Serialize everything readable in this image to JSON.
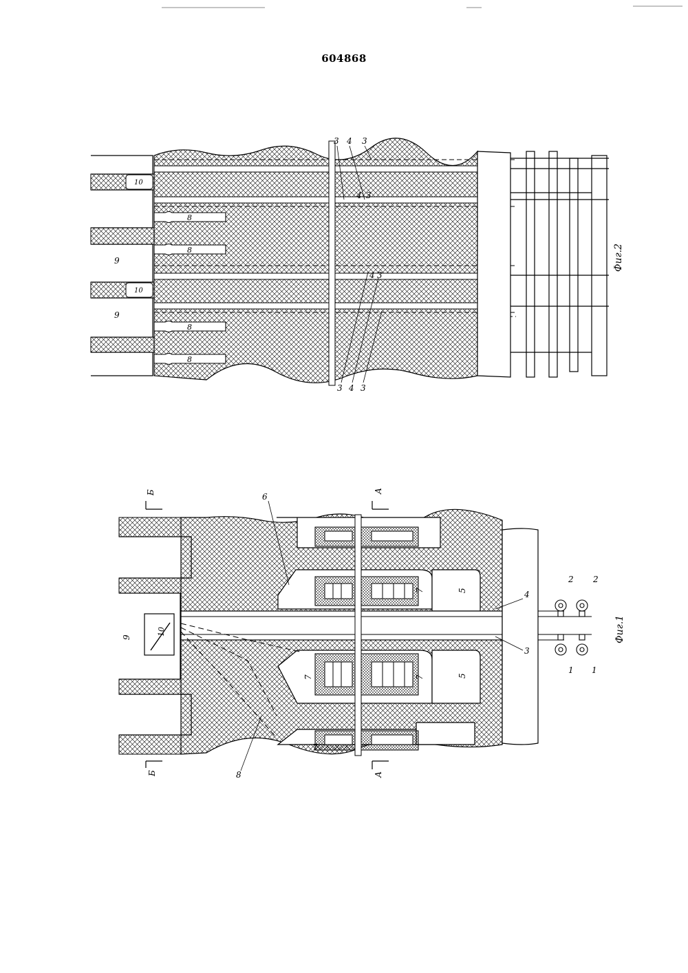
{
  "patent_number": "604868",
  "fig1": {
    "caption": "Фиг.1",
    "section_marks": {
      "a_top": "А",
      "a_bottom": "А",
      "b_top": "Б",
      "b_bottom": "Б"
    },
    "labels": {
      "n1a": "1",
      "n1b": "1",
      "n2a": "2",
      "n2b": "2",
      "n3": "3",
      "n4": "4",
      "n5a": "5",
      "n5b": "5",
      "n6": "6",
      "n7a": "7",
      "n7b": "7",
      "n7c": "7",
      "n7d": "7",
      "n8": "8",
      "n9": "9",
      "n10": "10"
    }
  },
  "fig2": {
    "caption": "Фиг.2",
    "labels": {
      "t3a": "3",
      "t4": "4",
      "t3b": "3",
      "m4": "4",
      "m3": "3",
      "m4b": "4",
      "m3b": "3",
      "b3a": "3",
      "b4": "4",
      "b3b": "3",
      "n9a": "9",
      "n9b": "9",
      "n10a": "10",
      "n10b": "10",
      "n8a": "8",
      "n8b": "8",
      "n8c": "8",
      "n8d": "8"
    }
  }
}
